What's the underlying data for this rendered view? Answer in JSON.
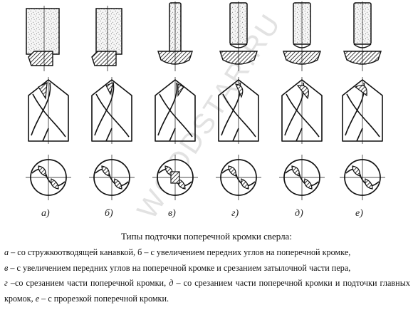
{
  "watermark": "WOODSTAR.RU",
  "panels": [
    {
      "label": "а)",
      "variant": "groove"
    },
    {
      "label": "б)",
      "variant": "front-angle"
    },
    {
      "label": "в)",
      "variant": "front-angle-heel"
    },
    {
      "label": "г)",
      "variant": "part-cut"
    },
    {
      "label": "д)",
      "variant": "part-cut-main"
    },
    {
      "label": "е)",
      "variant": "slot"
    }
  ],
  "caption": {
    "title": "Типы подточки поперечной кромки сверла:",
    "lines": [
      {
        "key": "а",
        "text": " – со стружкоотводящей канавкой, б – с увеличением передних углов на поперечной кромке,"
      },
      {
        "key": "в",
        "text": " – с увеличением передних углов на поперечной кромке и срезанием затылочной части пера,"
      },
      {
        "key": "г",
        "text": " –со срезанием части поперечной кромки, "
      },
      {
        "key": "д",
        "text": " – со срезанием части поперечной кромки и подточки главных кромок, "
      },
      {
        "key": "е",
        "text": " – с прорезкой поперечной кромки."
      }
    ]
  },
  "colors": {
    "ink": "#111111",
    "stone": "#f4f4f4",
    "watermark": "#e2e2e2"
  }
}
